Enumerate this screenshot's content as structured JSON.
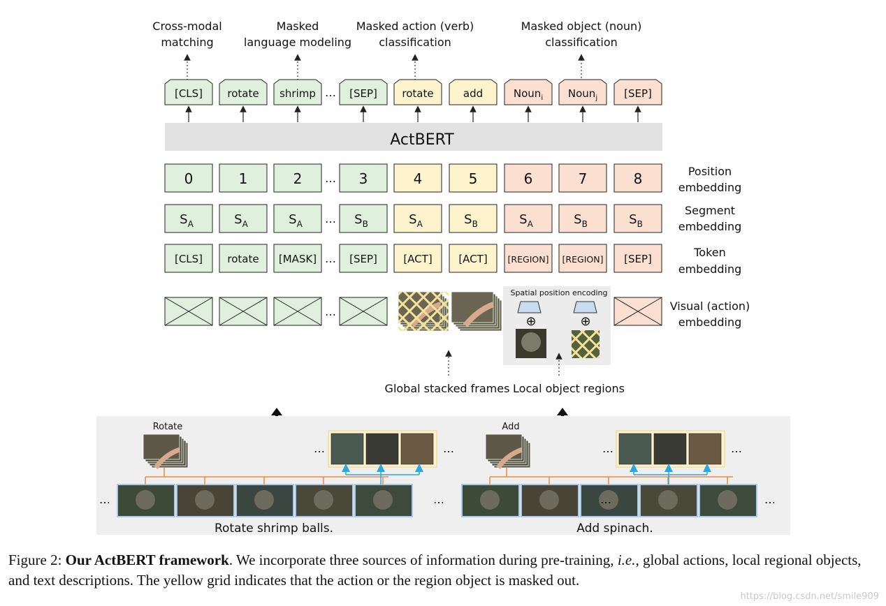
{
  "top_labels": {
    "cross_modal": [
      "Cross-modal",
      "matching"
    ],
    "masked_lm": [
      "Masked",
      "language modeling"
    ],
    "masked_action": [
      "Masked action (verb)",
      "classification"
    ],
    "masked_object": [
      "Masked object (noun)",
      "classification"
    ]
  },
  "output_tokens": [
    {
      "text": "[CLS]",
      "group": "text"
    },
    {
      "text": "rotate",
      "group": "text"
    },
    {
      "text": "shrimp",
      "group": "text"
    },
    {
      "text": "[SEP]",
      "group": "text"
    },
    {
      "text": "rotate",
      "group": "action"
    },
    {
      "text": "add",
      "group": "action"
    },
    {
      "text": "Noun",
      "sub": "i",
      "group": "region"
    },
    {
      "text": "Noun",
      "sub": "j",
      "group": "region"
    },
    {
      "text": "[SEP]",
      "group": "region"
    }
  ],
  "model_name": "ActBERT",
  "position_row": [
    "0",
    "1",
    "2",
    "3",
    "4",
    "5",
    "6",
    "7",
    "8"
  ],
  "segment_row": [
    {
      "main": "S",
      "sub": "A"
    },
    {
      "main": "S",
      "sub": "A"
    },
    {
      "main": "S",
      "sub": "A"
    },
    {
      "main": "S",
      "sub": "B"
    },
    {
      "main": "S",
      "sub": "A"
    },
    {
      "main": "S",
      "sub": "B"
    },
    {
      "main": "S",
      "sub": "A"
    },
    {
      "main": "S",
      "sub": "B"
    },
    {
      "main": "S",
      "sub": "B"
    }
  ],
  "token_row": [
    "[CLS]",
    "rotate",
    "[MASK]",
    "[SEP]",
    "[ACT]",
    "[ACT]",
    "[REGION]",
    "[REGION]",
    "[SEP]"
  ],
  "ellipsis": "…",
  "row_labels": {
    "position": [
      "Position",
      "embedding"
    ],
    "segment": [
      "Segment",
      "embedding"
    ],
    "token": [
      "Token",
      "embedding"
    ],
    "visual": [
      "Visual (action)",
      "embedding"
    ]
  },
  "spatial_label": "Spatial position encoding",
  "oplus": "⊕",
  "global_label": "Global stacked frames",
  "local_label": "Local object regions",
  "clips": [
    {
      "verb": "Rotate",
      "sentence": "Rotate shrimp balls."
    },
    {
      "verb": "Add",
      "sentence": "Add spinach."
    }
  ],
  "caption": {
    "prefix": "Figure 2: ",
    "bold": "Our ActBERT framework",
    "rest": ". We incorporate three sources of information during pre-training, ",
    "ie": "i.e.",
    "rest2": ", global actions, local regional objects, and text descriptions. The yellow grid indicates that the action or the region object is masked out."
  },
  "watermark": "https://blog.csdn.net/smile909",
  "colors": {
    "text_fill": "#dff0dc",
    "action_fill": "#fdf3cc",
    "region_fill": "#fbe0d2",
    "model_bar": "#e2e2e2",
    "panel_bg": "#efefef",
    "orange_line": "#f0883c",
    "blue_line": "#2aa6e0",
    "frame_border": "#a9c9ea",
    "grid_yellow": "#f4e29a"
  }
}
